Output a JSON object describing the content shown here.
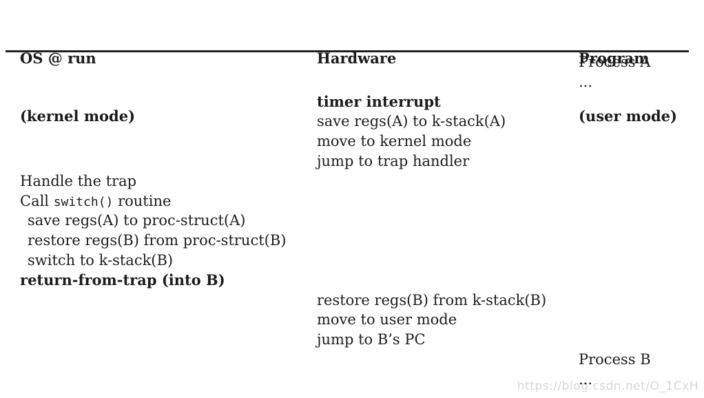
{
  "header": {
    "os": {
      "line1": "OS @ run",
      "line2": "(kernel mode)"
    },
    "hardware": {
      "line1": "Hardware"
    },
    "program": {
      "line1": "Program",
      "line2": "(user mode)"
    }
  },
  "rows": [
    {
      "column": "program",
      "text": "Process A"
    },
    {
      "column": "program",
      "text": "..."
    },
    {
      "column": "hardware",
      "text": "timer interrupt",
      "bold": true
    },
    {
      "column": "hardware",
      "text": "save regs(A) to k-stack(A)"
    },
    {
      "column": "hardware",
      "text": "move to kernel mode"
    },
    {
      "column": "hardware",
      "text": "jump to trap handler"
    },
    {
      "column": "os",
      "text": "Handle the trap"
    },
    {
      "column": "os",
      "segments": [
        {
          "text": "Call "
        },
        {
          "text": "switch()",
          "mono": true
        },
        {
          "text": " routine"
        }
      ]
    },
    {
      "column": "os",
      "text": "save regs(A) to proc-struct(A)",
      "indent": true
    },
    {
      "column": "os",
      "text": "restore regs(B) from proc-struct(B)",
      "indent": true
    },
    {
      "column": "os",
      "text": "switch to k-stack(B)",
      "indent": true
    },
    {
      "column": "os",
      "text": "return-from-trap (into B)",
      "bold": true
    },
    {
      "column": "hardware",
      "text": "restore regs(B) from k-stack(B)"
    },
    {
      "column": "hardware",
      "text": "move to user mode"
    },
    {
      "column": "hardware",
      "text": "jump to B’s PC"
    },
    {
      "column": "program",
      "text": "Process B"
    },
    {
      "column": "program",
      "text": "..."
    }
  ],
  "watermark": {
    "text": "https://blog.csdn.net/O_1CxH"
  },
  "colors": {
    "text": "#1c1c1c",
    "rule": "#1f1f1f",
    "watermark": "#d8d8d8",
    "background": "#ffffff"
  }
}
